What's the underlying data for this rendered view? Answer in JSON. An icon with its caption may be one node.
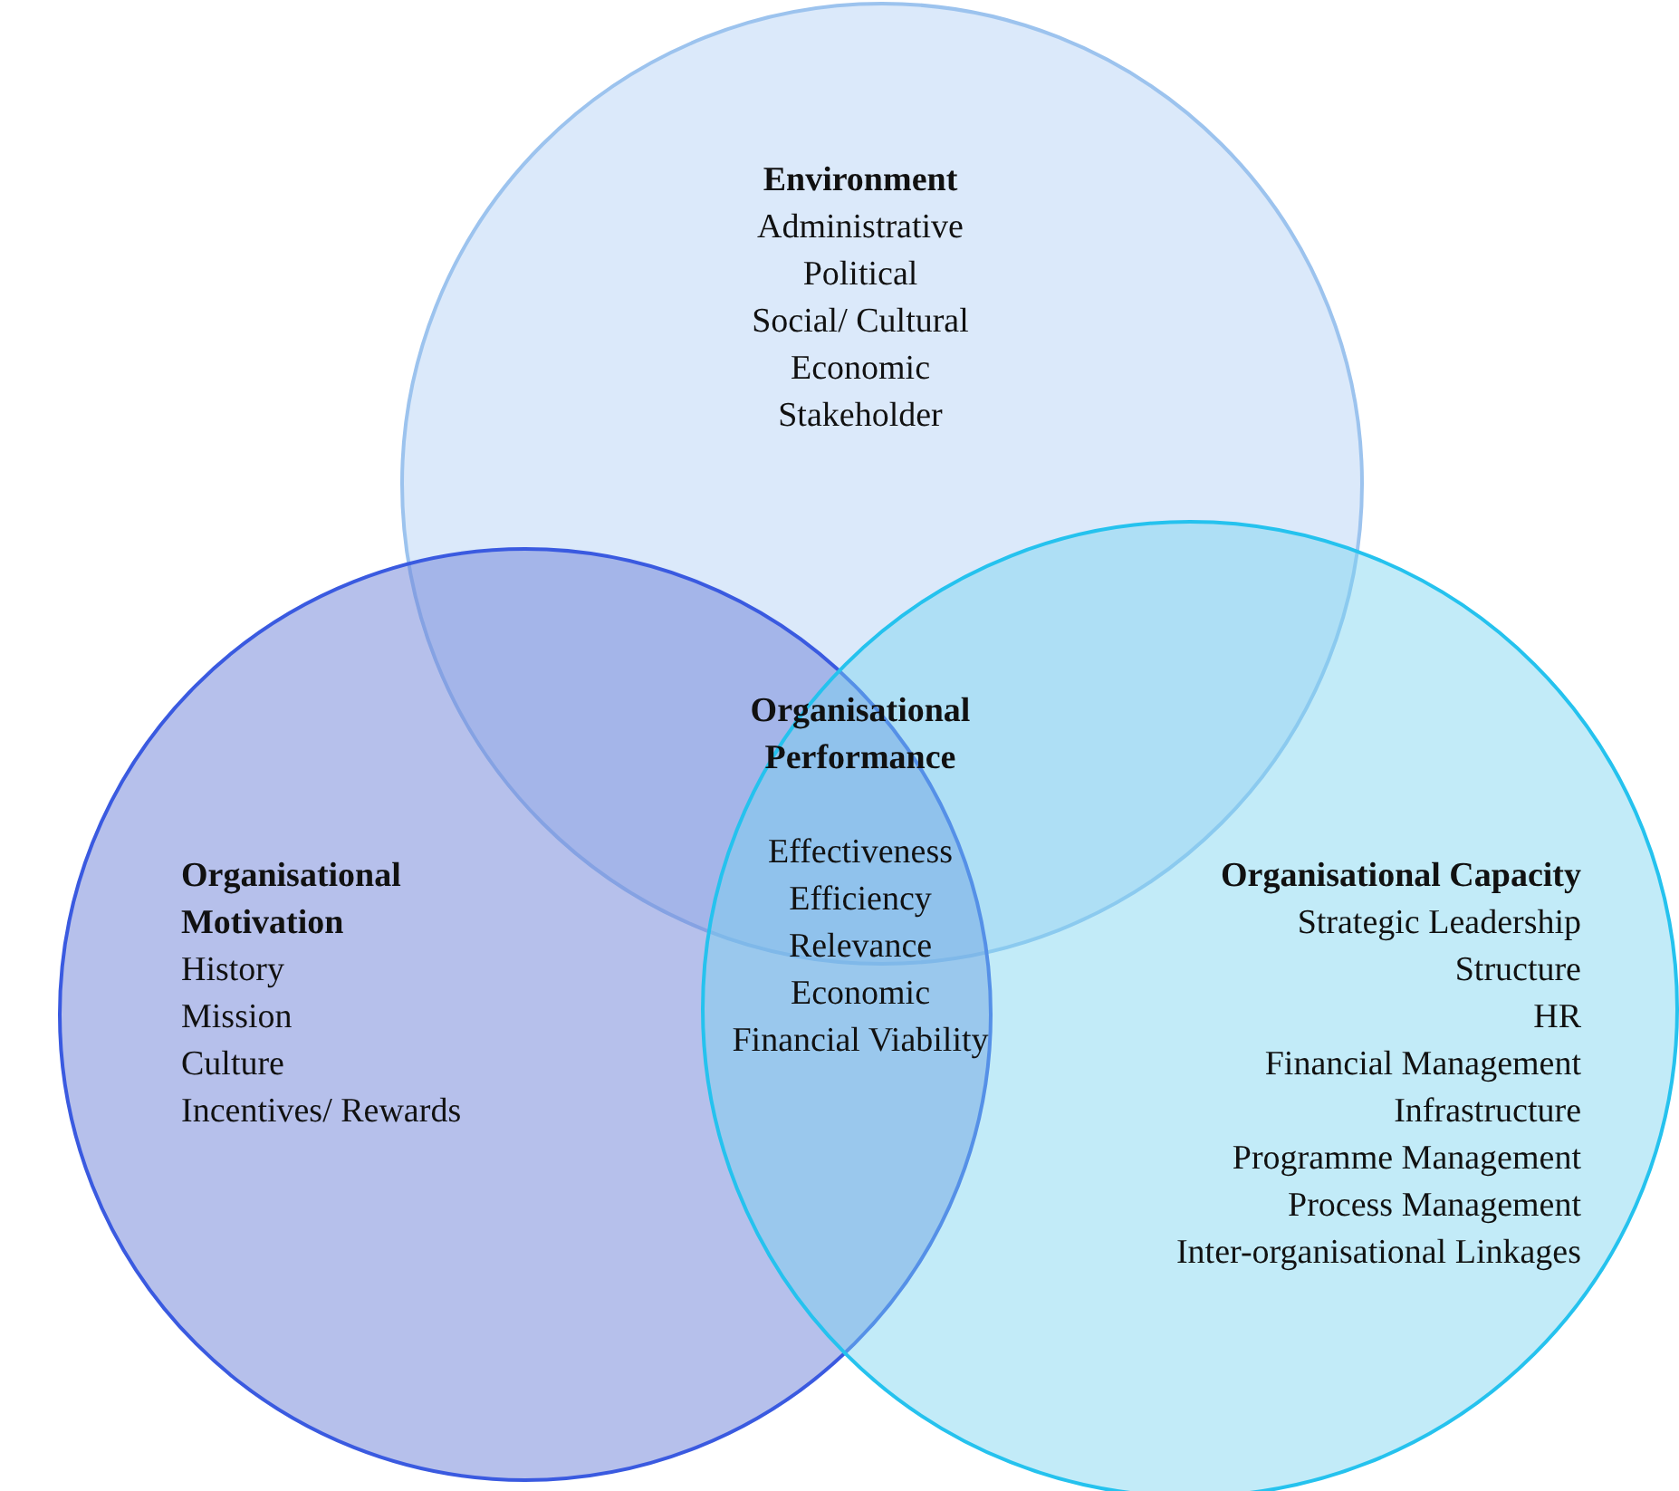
{
  "diagram": {
    "nodes": [
      {
        "text": [
          "Environment",
          "Administrative",
          "Political",
          "Social/ Cultural",
          "Economic",
          "Stakeholder"
        ]
      },
      {
        "text": [
          "Organisational Motivation",
          "History",
          "Mission",
          "Culture",
          "Incentives/ Rewards"
        ]
      },
      {
        "text": [
          "Organisational Capacity",
          "Strategic Leadership",
          "Structure",
          "HR",
          "Financial Management",
          "Infrastructure",
          "Programme Management",
          "Process Management",
          "Inter-organisational Linkages"
        ]
      },
      {
        "text": [
          "Organisational Performance",
          "Effectiveness",
          "Efficiency",
          "Relevance",
          "Economic",
          "Financial Viability"
        ]
      }
    ]
  }
}
